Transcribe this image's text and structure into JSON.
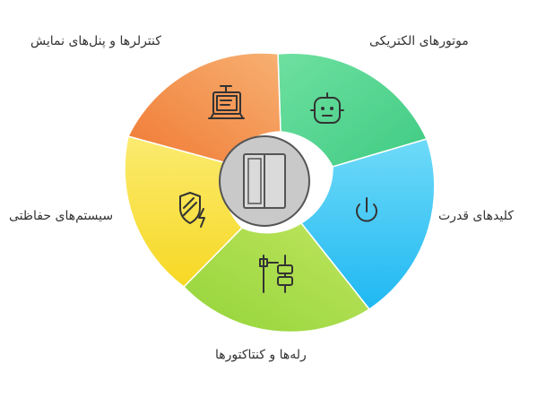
{
  "segments": [
    {
      "id": "motors",
      "label": "موتورهای الکتریکی",
      "color": "#5BD893",
      "icon": "robot-icon"
    },
    {
      "id": "switches",
      "label": "کلیدهای قدرت",
      "color": "#3EC9F5",
      "icon": "power-icon"
    },
    {
      "id": "relays",
      "label": "رله‌ها و کنتاکتورها",
      "color": "#A8DD4C",
      "icon": "relay-icon"
    },
    {
      "id": "safety",
      "label": "سیستم‌های حفاظتی",
      "color": "#F8E24A",
      "icon": "shield-bolt-icon"
    },
    {
      "id": "panels",
      "label": "کنترلرها و پنل‌های نمایش",
      "color": "#F4944A",
      "icon": "control-panel-icon"
    }
  ],
  "center": {
    "icon": "panel-icon",
    "color": "#C9C9C9"
  }
}
